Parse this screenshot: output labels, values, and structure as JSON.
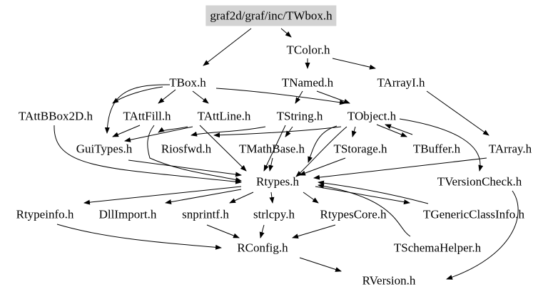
{
  "nodes": {
    "root": "graf2d/graf/inc/TWbox.h",
    "tcolor": "TColor.h",
    "tbox": "TBox.h",
    "tnamed": "TNamed.h",
    "tarrayi": "TArrayI.h",
    "tattbbox2d": "TAttBBox2D.h",
    "tattfill": "TAttFill.h",
    "tattline": "TAttLine.h",
    "tstring": "TString.h",
    "tobject": "TObject.h",
    "guitypes": "GuiTypes.h",
    "riosfwd": "Riosfwd.h",
    "tmathbase": "TMathBase.h",
    "tstorage": "TStorage.h",
    "tbuffer": "TBuffer.h",
    "tarray": "TArray.h",
    "rtypes": "Rtypes.h",
    "tversioncheck": "TVersionCheck.h",
    "rtypeinfo": "Rtypeinfo.h",
    "dllimport": "DllImport.h",
    "snprintf": "snprintf.h",
    "strlcpy": "strlcpy.h",
    "rtypescore": "RtypesCore.h",
    "tgenericclassinfo": "TGenericClassInfo.h",
    "rconfig": "RConfig.h",
    "tschemahelper": "TSchemaHelper.h",
    "rversion": "RVersion.h"
  }
}
